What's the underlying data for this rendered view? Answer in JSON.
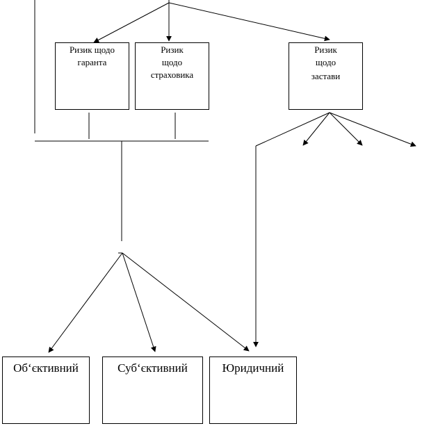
{
  "boxes": {
    "guarantor": {
      "lines": [
        "Ризик щодо",
        "гаранта"
      ]
    },
    "insurer": {
      "lines": [
        "Ризик",
        "щодо",
        "страховика"
      ]
    },
    "collateral": {
      "lines": [
        "Ризик",
        "щодо",
        "застави"
      ]
    },
    "objective": {
      "label": "Об‘єктивний"
    },
    "subjective": {
      "label": "Суб‘єктивний"
    },
    "legal": {
      "label": "Юридичний"
    }
  },
  "colors": {
    "stroke": "#000000",
    "background": "#ffffff"
  }
}
